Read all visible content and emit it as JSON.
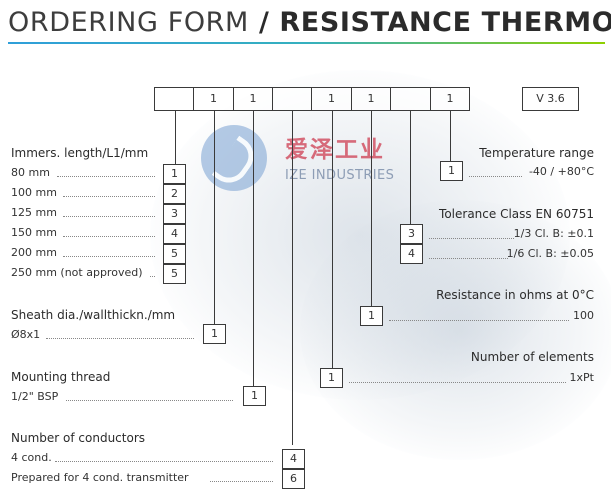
{
  "title": {
    "part1": "ORDERING FORM",
    "part2": "/ RESISTANCE THERMOMETER",
    "asterisk": "*"
  },
  "code": {
    "cells": [
      "",
      "1",
      "1",
      "",
      "1",
      "1",
      "",
      "1"
    ],
    "version": "V 3.6"
  },
  "watermark": {
    "chinese": "爱泽工业",
    "english": "IZE INDUSTRIES"
  },
  "immersion_length": {
    "heading": "Immers. length/L1/mm",
    "options": [
      {
        "label": "80 mm",
        "code": "1"
      },
      {
        "label": "100 mm",
        "code": "2"
      },
      {
        "label": "125 mm",
        "code": "3"
      },
      {
        "label": "150 mm",
        "code": "4"
      },
      {
        "label": "200 mm",
        "code": "5"
      },
      {
        "label": "250 mm (not approved)",
        "code": "5"
      }
    ]
  },
  "sheath": {
    "heading": "Sheath dia./wallthickn./mm",
    "options": [
      {
        "label": "Ø8x1",
        "code": "1"
      }
    ]
  },
  "mounting_thread": {
    "heading": "Mounting thread",
    "options": [
      {
        "label": "1/2\" BSP",
        "code": "1"
      }
    ]
  },
  "conductors": {
    "heading": "Number of conductors",
    "options": [
      {
        "label": "4 cond.",
        "code": "4"
      },
      {
        "label": "Prepared for 4 cond. transmitter",
        "code": "6"
      }
    ]
  },
  "temperature_range": {
    "heading": "Temperature range",
    "options": [
      {
        "label": "-40 / +80°C",
        "code": "1"
      }
    ]
  },
  "tolerance_class": {
    "heading": "Tolerance Class EN 60751",
    "options": [
      {
        "label": "1/3 Cl. B: ±0.1",
        "code": "3"
      },
      {
        "label": "1/6 Cl. B: ±0.05",
        "code": "4"
      }
    ]
  },
  "resistance": {
    "heading": "Resistance in ohms at 0°C",
    "options": [
      {
        "label": "100",
        "code": "1"
      }
    ]
  },
  "elements": {
    "heading": "Number of elements",
    "options": [
      {
        "label": "1xPt",
        "code": "1"
      }
    ]
  }
}
